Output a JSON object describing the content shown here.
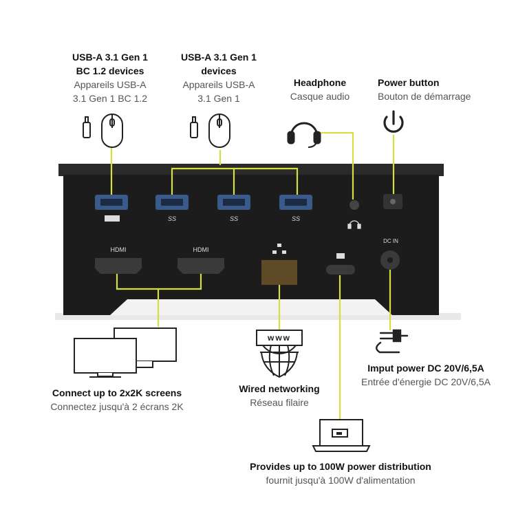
{
  "labels": {
    "usb_bc": {
      "en1": "USB-A 3.1 Gen 1",
      "en2": "BC 1.2 devices",
      "fr1": "Appareils USB-A",
      "fr2": "3.1 Gen 1 BC 1.2"
    },
    "usb_std": {
      "en1": "USB-A 3.1 Gen 1",
      "en2": "devices",
      "fr1": "Appareils USB-A",
      "fr2": "3.1 Gen 1"
    },
    "headphone": {
      "en": "Headphone",
      "fr": "Casque audio"
    },
    "power_button": {
      "en": "Power button",
      "fr": "Bouton de démarrage"
    },
    "screens": {
      "en": "Connect up to 2x2K screens",
      "fr": "Connectez jusqu'à 2 écrans 2K"
    },
    "network": {
      "en": "Wired networking",
      "fr": "Réseau filaire"
    },
    "input_power": {
      "en": "Imput power DC 20V/6,5A",
      "fr": "Entrée d'énergie DC 20V/6,5A"
    },
    "power_dist": {
      "en": "Provides up to 100W power distribution",
      "fr": "fournit jusqu'à 100W d'alimentation"
    }
  },
  "device": {
    "hdmi": "HDMI",
    "ss": "SS",
    "dc_in": "DC IN",
    "www": "www"
  },
  "colors": {
    "accent": "#d6e03a",
    "device_body": "#1c1c1c",
    "device_top": "#2a2a2a",
    "port_blue": "#3a5a8c",
    "icon": "#222222"
  }
}
